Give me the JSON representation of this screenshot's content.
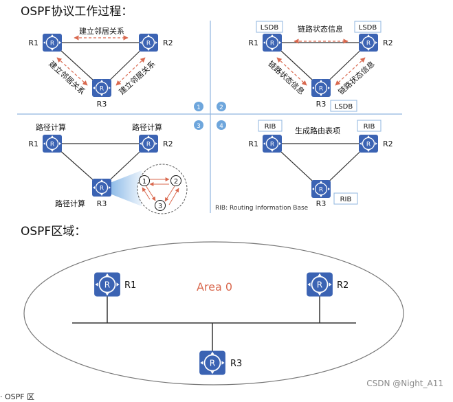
{
  "titles": {
    "process": "OSPF协议工作过程：",
    "area": "OSPF区域："
  },
  "routers": {
    "r1": "R1",
    "r2": "R2",
    "r3": "R3"
  },
  "colors": {
    "router_fill": "#3b63b3",
    "link": "#333333",
    "arrow": "#d9694f",
    "divider": "#8fb5df",
    "label_box_border": "#8fb5df",
    "step_badge": "#6ea6dc",
    "area_label": "#d9694f"
  },
  "icons": {
    "router": "router-icon"
  },
  "panel1": {
    "step": "1",
    "adjacency_top": "建立邻居关系",
    "adjacency_left": "建立邻居关系",
    "adjacency_right": "建立邻居关系"
  },
  "panel2": {
    "step": "2",
    "lsdb": "LSDB",
    "lsa_top": "链路状态信息",
    "lsa_left": "链路状态信息",
    "lsa_right": "链路状态信息"
  },
  "panel3": {
    "step": "3",
    "calc": "路径计算",
    "spf_nodes": [
      "1",
      "2",
      "3"
    ]
  },
  "panel4": {
    "step": "4",
    "rib": "RIB",
    "gen_table": "生成路由表项",
    "rib_note": "RIB: Routing Information Base"
  },
  "area": {
    "label": "Area 0"
  },
  "footer": {
    "watermark": "CSDN @Night_A11",
    "cut_text": "· OSPF 区"
  }
}
